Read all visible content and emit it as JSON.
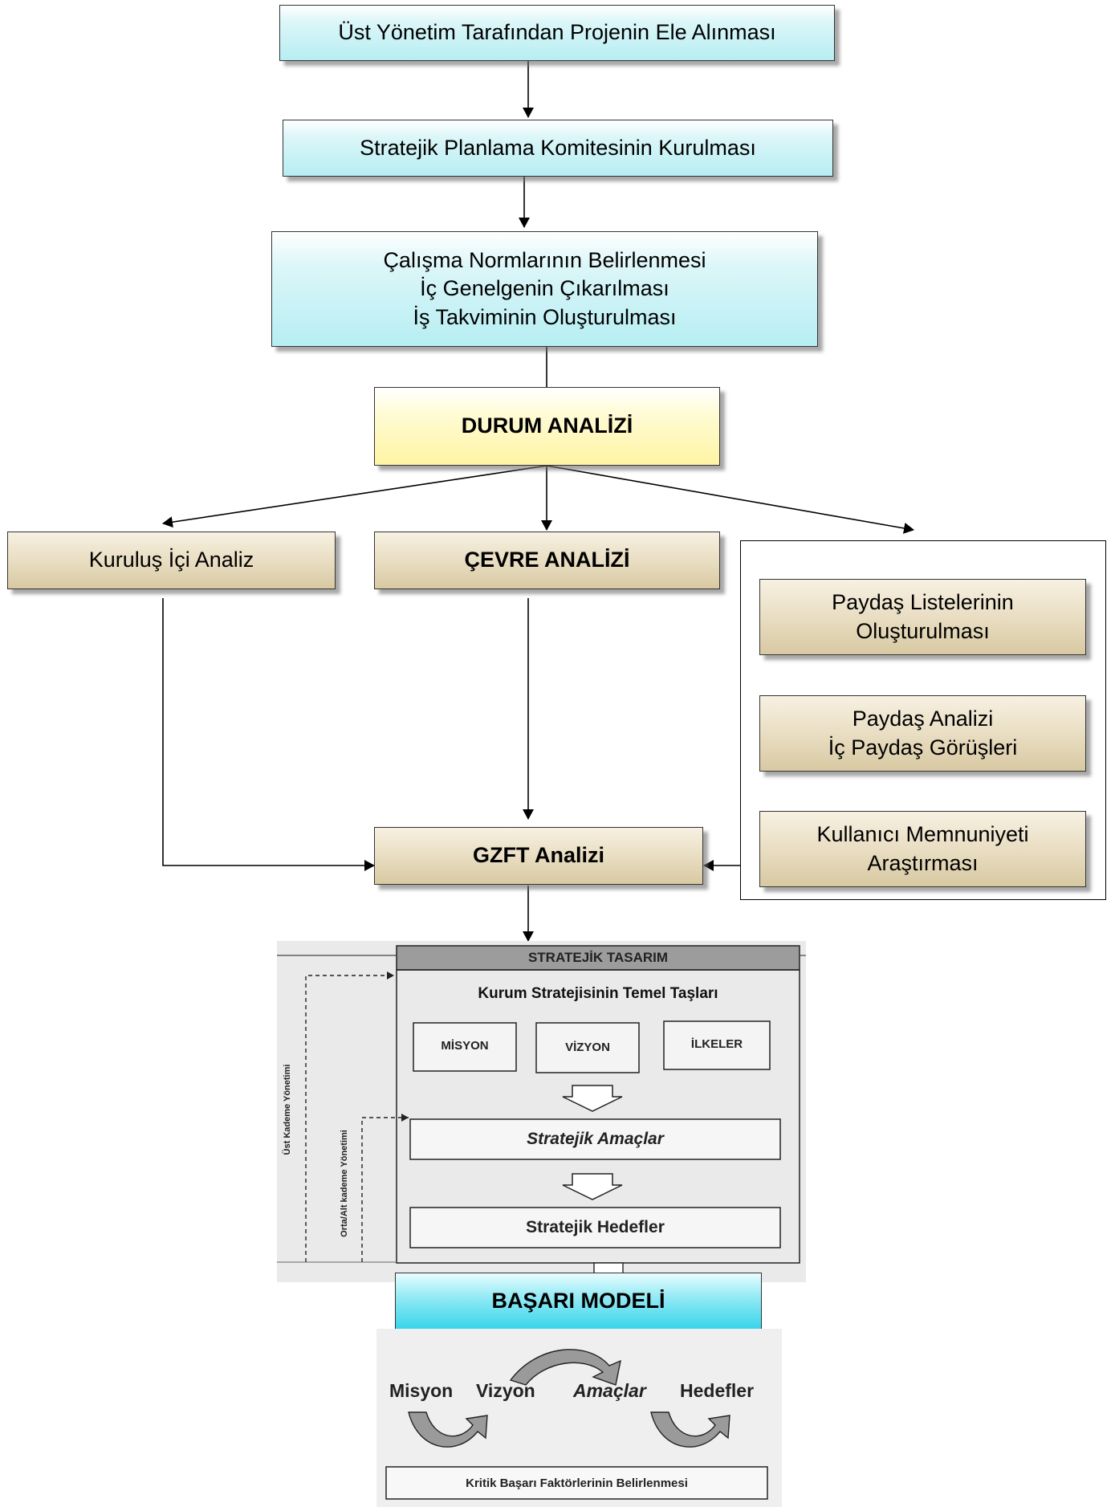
{
  "flow": {
    "step1": "Üst Yönetim Tarafından Projenin Ele Alınması",
    "step2": "Stratejik Planlama Komitesinin Kurulması",
    "step3": [
      "Çalışma Normlarının Belirlenmesi",
      "İç Genelgenin Çıkarılması",
      "İş Takviminin Oluşturulması"
    ],
    "durum": "DURUM ANALİZİ",
    "kurulus": "Kuruluş İçi Analiz",
    "cevre": "ÇEVRE ANALİZİ",
    "paydas_list": [
      "Paydaş Listelerinin",
      "Oluşturulması"
    ],
    "paydas_analiz": [
      "Paydaş Analizi",
      "İç Paydaş Görüşleri"
    ],
    "kullanici": [
      "Kullanıcı Memnuniyeti",
      "Araştırması"
    ],
    "gzft": "GZFT Analizi"
  },
  "tasarim": {
    "header": "STRATEJİK TASARIM",
    "subtitle": "Kurum Stratejisinin Temel Taşları",
    "scrolls": [
      "MİSYON",
      "VİZYON",
      "İLKELER"
    ],
    "amaclar": "Stratejik Amaçlar",
    "hedefler": "Stratejik Hedefler",
    "side_upper": "Üst Kademe Yönetimi",
    "side_lower": "Orta/Alt kademe Yönetimi"
  },
  "basari": {
    "title": "BAŞARI MODELİ",
    "words": [
      "Misyon",
      "Vizyon",
      "Amaçlar",
      "Hedefler"
    ],
    "footer": "Kritik Başarı Faktörlerinin Belirlenmesi"
  }
}
